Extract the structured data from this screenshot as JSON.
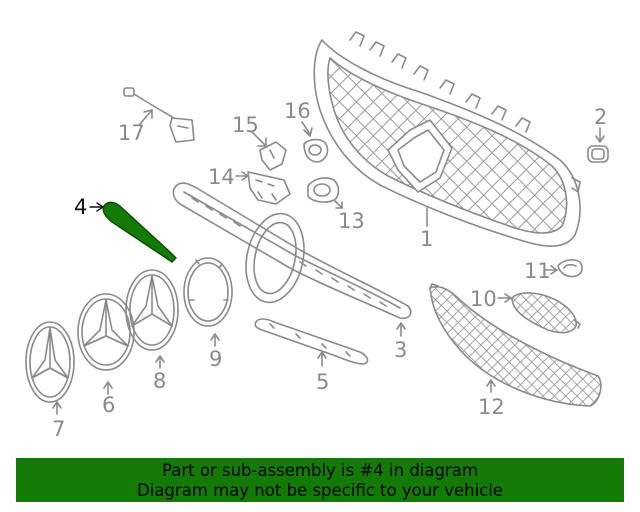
{
  "diagram": {
    "highlight_color": "#137a06",
    "line_color": "#8a8a8a",
    "callouts": [
      "1",
      "2",
      "3",
      "4",
      "5",
      "6",
      "7",
      "8",
      "9",
      "10",
      "11",
      "12",
      "13",
      "14",
      "15",
      "16",
      "17"
    ],
    "active_callout": "4"
  },
  "banner": {
    "background": "#137a06",
    "line1": "Part or sub-assembly is #4 in diagram",
    "line2": "Diagram may not be specific to your vehicle"
  }
}
